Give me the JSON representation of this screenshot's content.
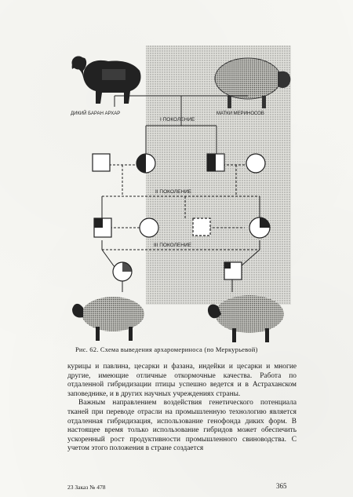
{
  "figure": {
    "label_left": "ДИКИЙ БАРАН АРХАР",
    "label_right": "МАТКИ МЕРИНОСОВ",
    "gen1": "I ПОКОЛЕНИЕ",
    "gen2": "II ПОКОЛЕНИЕ",
    "gen3": "III ПОКОЛЕНИЕ"
  },
  "caption": "Рис. 62. Схема выведения архаромериноса (по Меркурьевой)",
  "paragraph1": "курицы и павлина, цесарки и фазана, индейки и цесарки и многие другие, имеющие отличные откормочные качества. Работа по отдаленной гибридизации птицы успешно ведется и в Астраханском заповеднике, и в других научных учреждениях страны.",
  "paragraph2": "Важным направлением воздействия генетического потенциала тканей при переводе отрасли на промышленную технологию является отдаленная гибридизация, использование генофонда диких форм. В настоящее время только использование гибридов может обеспечить ускоренный рост продуктивности промышленного свиноводства. С учетом этого положения в стране создается",
  "footer_left": "23 Заказ № 478",
  "footer_right": "365"
}
